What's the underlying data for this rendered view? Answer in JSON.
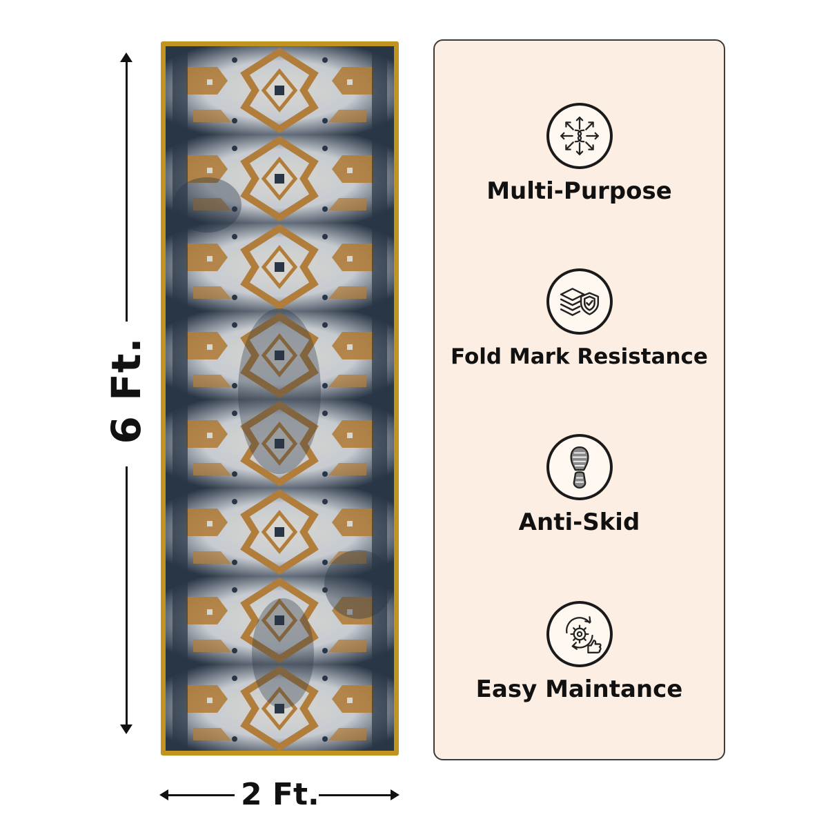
{
  "dimensions": {
    "height_label": "6 Ft.",
    "width_label": "2 Ft."
  },
  "colors": {
    "rug_border": "#C0941F",
    "rug_navy": "#2a3646",
    "rug_gold": "#C4873A",
    "rug_cream": "#F1ECE2",
    "panel_background": "#FCEEE2"
  },
  "features": [
    {
      "label": "Multi-Purpose",
      "icon": "multi-directional-arrows-icon"
    },
    {
      "label": "Fold Mark Resistance",
      "icon": "layers-shield-icon"
    },
    {
      "label": "Anti-Skid",
      "icon": "shoe-sole-icon"
    },
    {
      "label": "Easy Maintance",
      "icon": "gear-cycle-thumbs-up-icon"
    }
  ]
}
